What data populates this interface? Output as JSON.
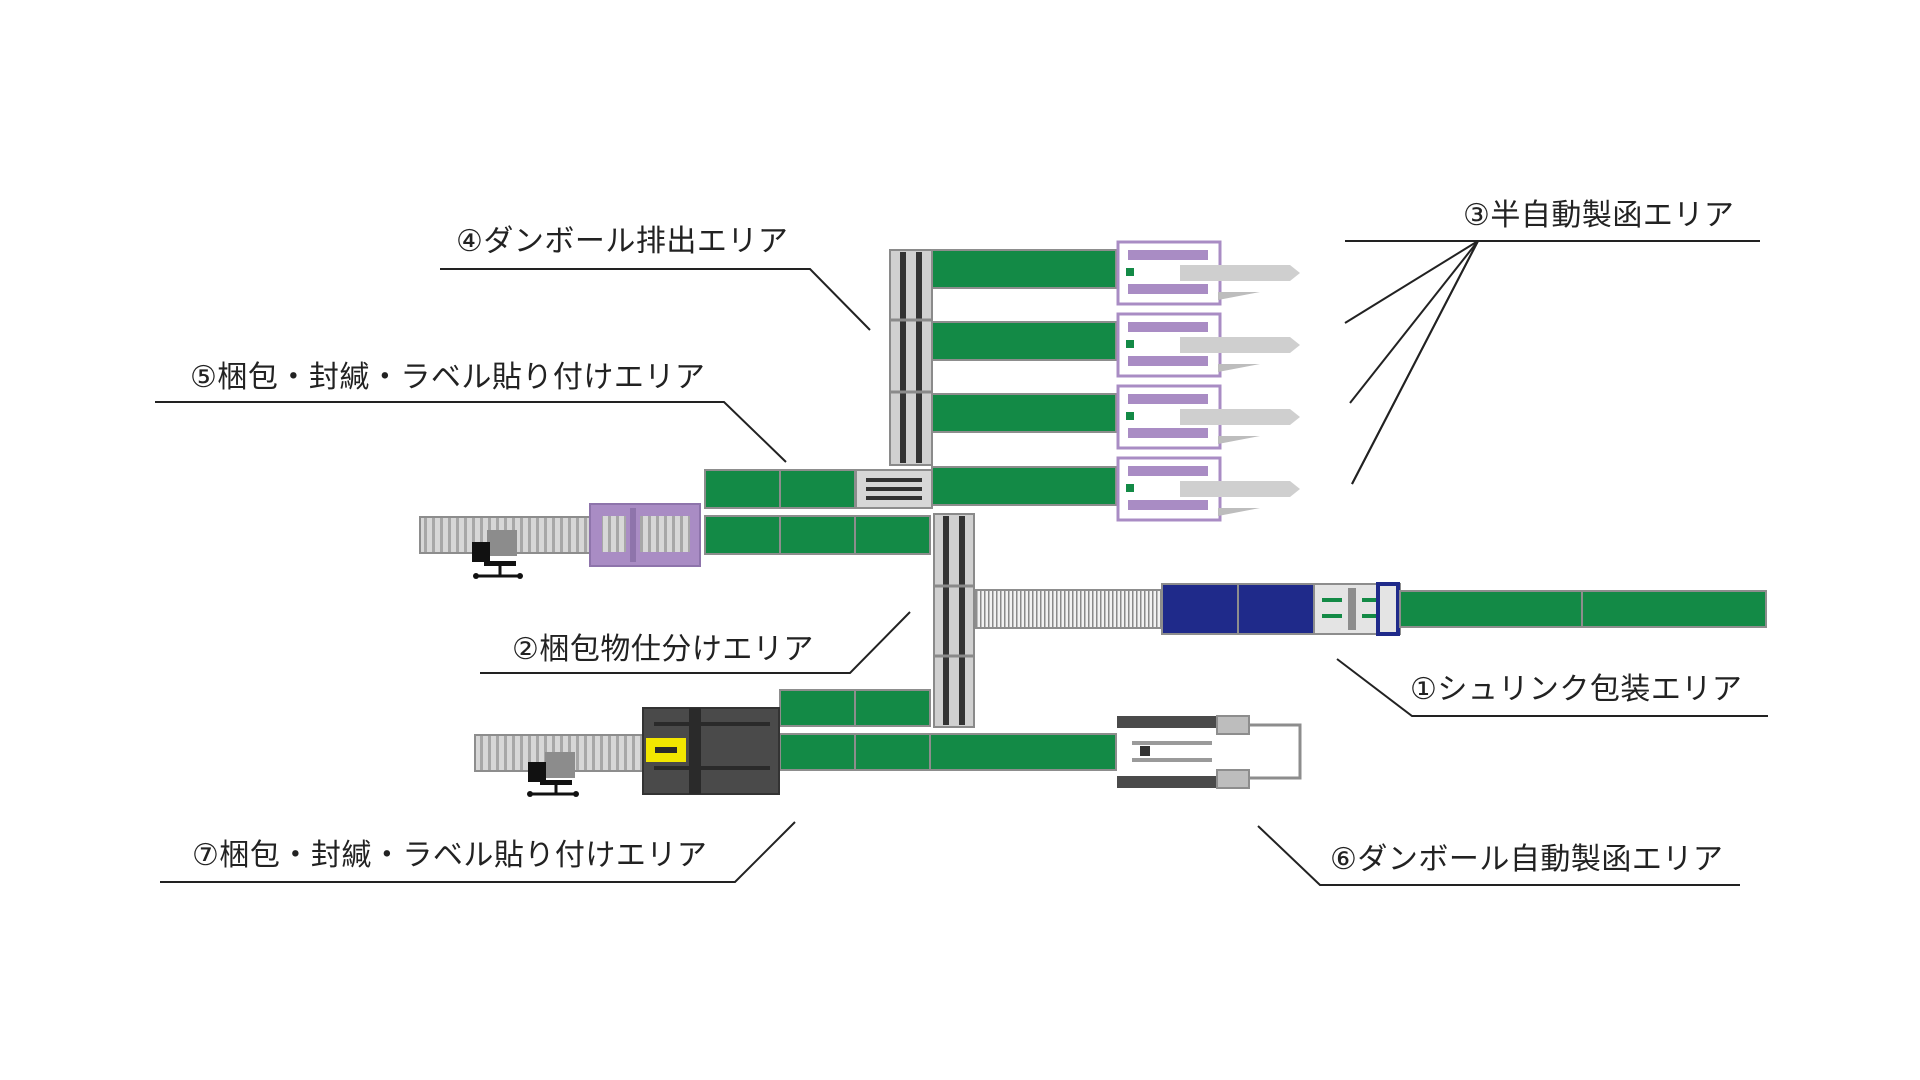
{
  "labels": {
    "area1": "①シュリンク包装エリア",
    "area2": "②梱包物仕分けエリア",
    "area3": "③半自動製函エリア",
    "area4": "④ダンボール排出エリア",
    "area5": "⑤梱包・封緘・ラベル貼り付けエリア",
    "area6": "⑥ダンボール自動製函エリア",
    "area7": "⑦梱包・封緘・ラベル貼り付けエリア"
  },
  "colors": {
    "conveyor_green": "#138a46",
    "shrink_blue": "#1f2a8a",
    "machine_purple": "#a98cc4",
    "machine_dark": "#4a4a4a",
    "roller_gray": "#c9c9c9",
    "highlight_yellow": "#f2e600",
    "line": "#222222"
  },
  "icons": {
    "operator": "operator-icon",
    "robot_arm": "robot-arm-icon"
  }
}
